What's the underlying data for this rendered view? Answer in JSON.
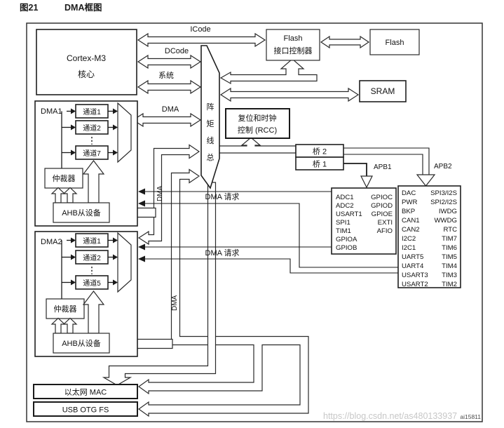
{
  "figure": {
    "number": "图21",
    "title": "DMA框图",
    "id": "ai15811"
  },
  "watermark": "https://blog.csdn.net/as480133937",
  "cpu": {
    "line1": "Cortex-M3",
    "line2": "核心"
  },
  "flash_if": {
    "line1": "Flash",
    "line2": "接口控制器"
  },
  "flash": {
    "label": "Flash"
  },
  "sram": {
    "label": "SRAM"
  },
  "rcc": {
    "line1": "复位和时钟",
    "line2": "控制 (RCC)"
  },
  "bridges": {
    "bridge2": "桥 2",
    "bridge1": "桥 1"
  },
  "bus_labels": {
    "icode": "ICode",
    "dcode": "DCode",
    "system": "系统",
    "dma": "DMA",
    "apb1": "APB1",
    "apb2": "APB2"
  },
  "bus_matrix": {
    "label": "总线矩阵",
    "chars": [
      "阵",
      "矩",
      "线",
      "总"
    ]
  },
  "dma_request": "DMA 请求",
  "dma1": {
    "label": "DMA1",
    "channels": [
      "通道1",
      "通道2",
      "通道7"
    ],
    "arbiter": "仲裁器",
    "ahb_slave": "AHB从设备",
    "bus_label": "DMA"
  },
  "dma2": {
    "label": "DMA2",
    "channels": [
      "通道1",
      "通道2",
      "通道5"
    ],
    "arbiter": "仲裁器",
    "ahb_slave": "AHB从设备",
    "bus_label": "DMA"
  },
  "apb1_box": {
    "left": [
      "ADC1",
      "ADC2",
      "USART1",
      "SPI1",
      "TIM1",
      "GPIOA",
      "GPIOB"
    ],
    "right": [
      "GPIOC",
      "GPIOD",
      "GPIOE",
      "EXTI",
      "AFIO"
    ]
  },
  "apb2_box": {
    "left": [
      "DAC",
      "PWR",
      "BKP",
      "CAN1",
      "CAN2",
      "I2C2",
      "I2C1",
      "UART5",
      "UART4",
      "USART3",
      "USART2"
    ],
    "right": [
      "SPI3/I2S",
      "SPI2/I2S",
      "IWDG",
      "WWDG",
      "RTC",
      "TIM7",
      "TIM6",
      "TIM5",
      "TIM4",
      "TIM3",
      "TIM2"
    ]
  },
  "bottom": {
    "eth": "以太网 MAC",
    "usb": "USB OTG FS"
  }
}
